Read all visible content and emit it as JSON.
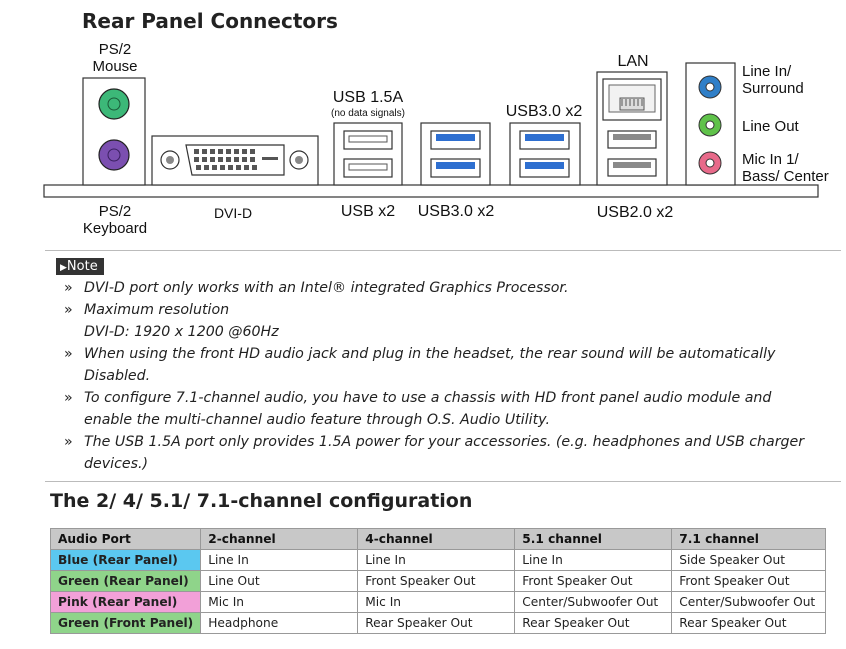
{
  "title": "Rear Panel Connectors",
  "top_labels": {
    "ps2_mouse": [
      "PS/2",
      "Mouse"
    ],
    "usb15a": "USB 1.5A",
    "usb15a_sub": "(no data signals)",
    "usb30_top": "USB3.0 x2",
    "lan": "LAN",
    "line_in": [
      "Line In/",
      "Surround"
    ],
    "line_out": "Line Out",
    "mic_in": [
      "Mic In 1/",
      "Bass/ Center"
    ]
  },
  "bottom_labels": {
    "ps2_keyboard": [
      "PS/2",
      "Keyboard"
    ],
    "dvid": "DVI-D",
    "usb_x2": "USB x2",
    "usb30_bottom": "USB3.0 x2",
    "usb20": "USB2.0 x2"
  },
  "note": {
    "badge": "Note",
    "items": [
      [
        "DVI-D port only works with an Intel® integrated Graphics Processor."
      ],
      [
        "Maximum resolution",
        "DVI-D: 1920 x 1200 @60Hz"
      ],
      [
        "When using the front HD audio jack and plug in the headset, the rear sound will be automatically",
        "Disabled."
      ],
      [
        "To configure 7.1-channel audio, you have to use a chassis with HD front panel audio module and",
        "enable the multi-channel audio feature through O.S. Audio Utility."
      ],
      [
        "The USB 1.5A port only provides 1.5A power for your accessories. (e.g. headphones and USB charger",
        "devices.)"
      ]
    ]
  },
  "config_title": "The 2/ 4/ 5.1/ 7.1-channel configuration",
  "table": {
    "headers": [
      "Audio Port",
      "2-channel",
      "4-channel",
      "5.1 channel",
      "7.1 channel"
    ],
    "rows": [
      {
        "port": "Blue (Rear Panel)",
        "color": "#5bc8f0",
        "cells": [
          "Line In",
          "Line In",
          "Line In",
          "Side Speaker Out"
        ]
      },
      {
        "port": "Green (Rear Panel)",
        "color": "#8fd48a",
        "cells": [
          "Line Out",
          "Front Speaker Out",
          "Front Speaker Out",
          "Front Speaker Out"
        ]
      },
      {
        "port": "Pink (Rear Panel)",
        "color": "#f2a0d8",
        "cells": [
          "Mic In",
          "Mic In",
          "Center/Subwoofer Out",
          "Center/Subwoofer Out"
        ]
      },
      {
        "port": "Green (Front Panel)",
        "color": "#8fd48a",
        "cells": [
          "Headphone",
          "Rear Speaker Out",
          "Rear Speaker Out",
          "Rear Speaker Out"
        ]
      }
    ]
  },
  "colors": {
    "ps2_mouse": "#3cb878",
    "ps2_keyboard": "#7b4fb0",
    "usb3": "#2e6fd0",
    "audio_blue": "#2f7fc8",
    "audio_green": "#5fc24a",
    "audio_pink": "#e86a8a"
  }
}
